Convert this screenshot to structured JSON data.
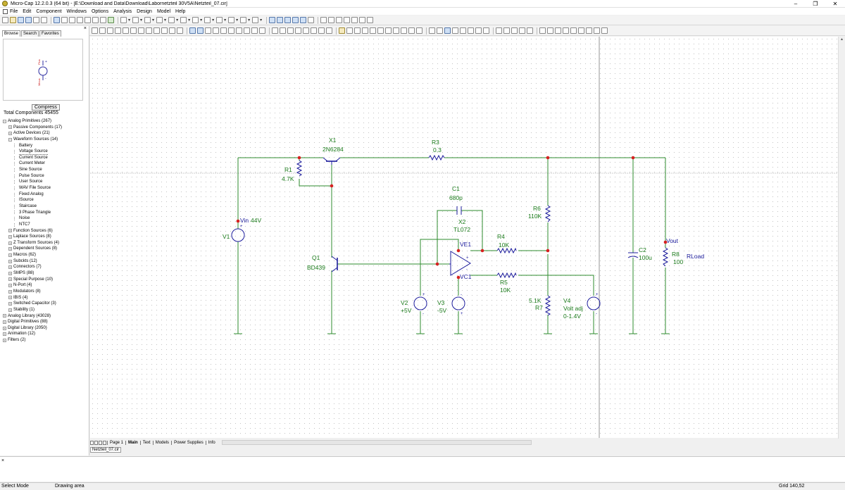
{
  "window": {
    "title": "Micro-Cap 12.2.0.3 (64 bit) - [E:\\Download and Data\\Download\\Labornetzteil 30V5A\\Netzteil_07.cir]",
    "controls": [
      "–",
      "❐",
      "✕"
    ]
  },
  "menu": [
    "File",
    "Edit",
    "Component",
    "Windows",
    "Options",
    "Analysis",
    "Design",
    "Model",
    "Help"
  ],
  "panel": {
    "tabs": [
      "Browse",
      "Search",
      "Favorites"
    ],
    "active_tab": "Browse",
    "preview_pin_labels": [
      "Plus",
      "Minus"
    ],
    "compress_label": "Compress",
    "total_components": "Total Components 45455",
    "tree": [
      {
        "label": "Analog Primitives (267)",
        "level": 0,
        "expander": "−"
      },
      {
        "label": "Passive Components (17)",
        "level": 1,
        "expander": "+"
      },
      {
        "label": "Active Devices (21)",
        "level": 1,
        "expander": "+"
      },
      {
        "label": "Waveform Sources (14)",
        "level": 1,
        "expander": "−"
      },
      {
        "label": "Battery",
        "level": 2,
        "expander": ""
      },
      {
        "label": "Voltage Source",
        "level": 2,
        "expander": "",
        "selected": true
      },
      {
        "label": "Current Source",
        "level": 2,
        "expander": ""
      },
      {
        "label": "Current Meter",
        "level": 2,
        "expander": ""
      },
      {
        "label": "Sine Source",
        "level": 2,
        "expander": ""
      },
      {
        "label": "Pulse Source",
        "level": 2,
        "expander": ""
      },
      {
        "label": "User Source",
        "level": 2,
        "expander": ""
      },
      {
        "label": "WAV File Source",
        "level": 2,
        "expander": ""
      },
      {
        "label": "Fixed Analog",
        "level": 2,
        "expander": ""
      },
      {
        "label": "ISource",
        "level": 2,
        "expander": ""
      },
      {
        "label": "Staircase",
        "level": 2,
        "expander": ""
      },
      {
        "label": "3 Phase Triangle",
        "level": 2,
        "expander": ""
      },
      {
        "label": "Noise",
        "level": 2,
        "expander": ""
      },
      {
        "label": "NTC7",
        "level": 2,
        "expander": ""
      },
      {
        "label": "Function Sources (6)",
        "level": 1,
        "expander": "+"
      },
      {
        "label": "Laplace Sources (8)",
        "level": 1,
        "expander": "+"
      },
      {
        "label": "Z Transform Sources (4)",
        "level": 1,
        "expander": "+"
      },
      {
        "label": "Dependent Sources (8)",
        "level": 1,
        "expander": "+"
      },
      {
        "label": "Macros (62)",
        "level": 1,
        "expander": "+"
      },
      {
        "label": "Subckts (12)",
        "level": 1,
        "expander": "+"
      },
      {
        "label": "Connectors (7)",
        "level": 1,
        "expander": "+"
      },
      {
        "label": "SMPS (88)",
        "level": 1,
        "expander": "+"
      },
      {
        "label": "Special Purpose (10)",
        "level": 1,
        "expander": "+"
      },
      {
        "label": "N-Port (4)",
        "level": 1,
        "expander": "+"
      },
      {
        "label": "Modulators (8)",
        "level": 1,
        "expander": "+"
      },
      {
        "label": "IBIS (4)",
        "level": 1,
        "expander": "+"
      },
      {
        "label": "Switched Capacitor (3)",
        "level": 1,
        "expander": "+"
      },
      {
        "label": "Stability (1)",
        "level": 1,
        "expander": "+"
      },
      {
        "label": "Analog Library (43028)",
        "level": 0,
        "expander": "+"
      },
      {
        "label": "Digital Primitives (88)",
        "level": 0,
        "expander": "+"
      },
      {
        "label": "Digital Library (2050)",
        "level": 0,
        "expander": "+"
      },
      {
        "label": "Animation (12)",
        "level": 0,
        "expander": "+"
      },
      {
        "label": "Filters (2)",
        "level": 0,
        "expander": "+"
      }
    ]
  },
  "schematic": {
    "labels": {
      "x1_name": "X1",
      "x1_model": "2N6284",
      "r3_name": "R3",
      "r3_value": "0.3",
      "r1_name": "R1",
      "r1_value": "4.7K",
      "c1_name": "C1",
      "c1_value": "680p",
      "x2_name": "X2",
      "x2_model": "TL072",
      "r6_name": "R6",
      "r6_value": "110K",
      "r4_name": "R4",
      "r4_value": "10K",
      "vin": "Vin",
      "vin_value": "44V",
      "v1_name": "V1",
      "ve1": "VE1",
      "vc1": "VC1",
      "q1_name": "Q1",
      "q1_model": "BD439",
      "r5_name": "R5",
      "r5_value": "10K",
      "v2_name": "V2",
      "v2_value": "+5V",
      "v3_name": "V3",
      "v3_value": "-5V",
      "r7_value": "5.1K",
      "r7_name": "R7",
      "v4_name": "V4",
      "v4_desc": "Volt adj",
      "v4_value": "0-1.4V",
      "c2_name": "C2",
      "c2_value": "100u",
      "vout": "Vout",
      "r8_name": "R8",
      "r8_value": "100",
      "rload": "RLoad"
    },
    "colors": {
      "wire": "#2e8b2e",
      "component": "#1c1c9c",
      "label": "#1a7a1a",
      "node": "#d62020",
      "name_label": "#1c1c9c"
    }
  },
  "page_tabs": [
    "Page 1",
    "Main",
    "Text",
    "Models",
    "Power Supplies",
    "Info"
  ],
  "active_page_tab": "Main",
  "file_tab": "Netzteil_07.cir",
  "status": {
    "mode": "Select Mode",
    "area": "Drawing area",
    "grid": "Grid 140,52"
  }
}
